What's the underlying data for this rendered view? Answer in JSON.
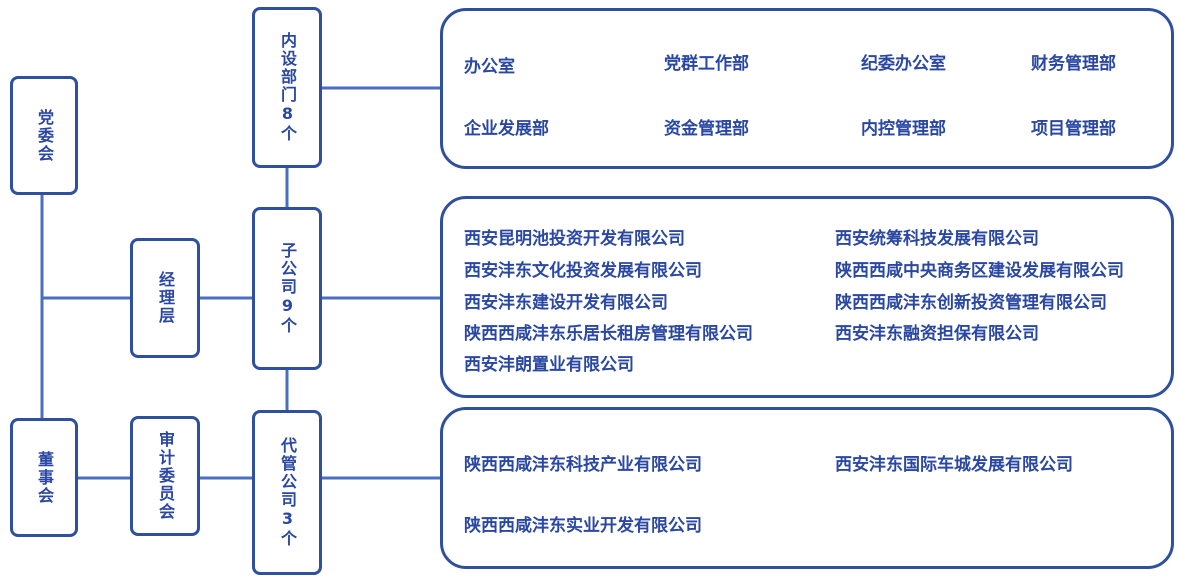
{
  "nodes": {
    "party_committee": "党委会",
    "board": "董事会",
    "management": "经理层",
    "audit_committee": "审计委员会",
    "internal_depts": "内设部门8个",
    "subsidiaries": "子公司9个",
    "managed_companies": "代管公司3个"
  },
  "internal_departments": [
    "办公室",
    "党群工作部",
    "纪委办公室",
    "财务管理部",
    "企业发展部",
    "资金管理部",
    "内控管理部",
    "项目管理部"
  ],
  "subsidiary_companies": [
    "西安昆明池投资开发有限公司",
    "西安统筹科技发展有限公司",
    "西安沣东文化投资发展有限公司",
    "陕西西咸中央商务区建设发展有限公司",
    "西安沣东建设开发有限公司",
    "陕西西咸沣东创新投资管理有限公司",
    "陕西西咸沣东乐居长租房管理有限公司",
    "西安沣东融资担保有限公司",
    "西安沣朗置业有限公司"
  ],
  "managed_company_list": [
    "陕西西咸沣东科技产业有限公司",
    "西安沣东国际车城发展有限公司",
    "陕西西咸沣东实业开发有限公司"
  ],
  "colors": {
    "line": "#4a6fc0",
    "border": "#2f4f9f",
    "text": "#2a48a3"
  }
}
